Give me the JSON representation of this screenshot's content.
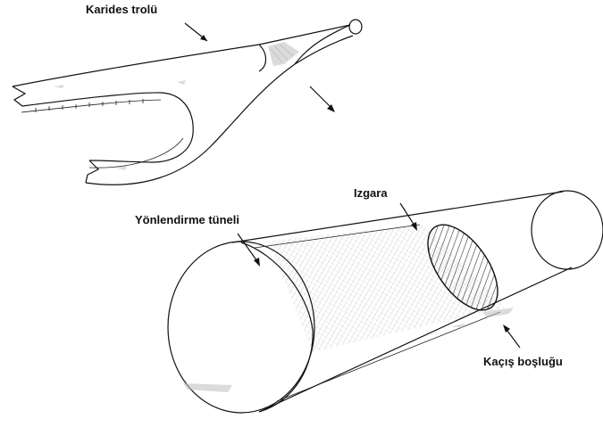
{
  "labels": {
    "shrimp_trawl": "Karides trolü",
    "grid": "Izgara",
    "guiding_tunnel": "Yönlendirme tüneli",
    "escape_opening": "Kaçış boşluğu"
  },
  "colors": {
    "ink": "#111111",
    "mesh": "#9a9a9a",
    "background": "#ffffff"
  }
}
